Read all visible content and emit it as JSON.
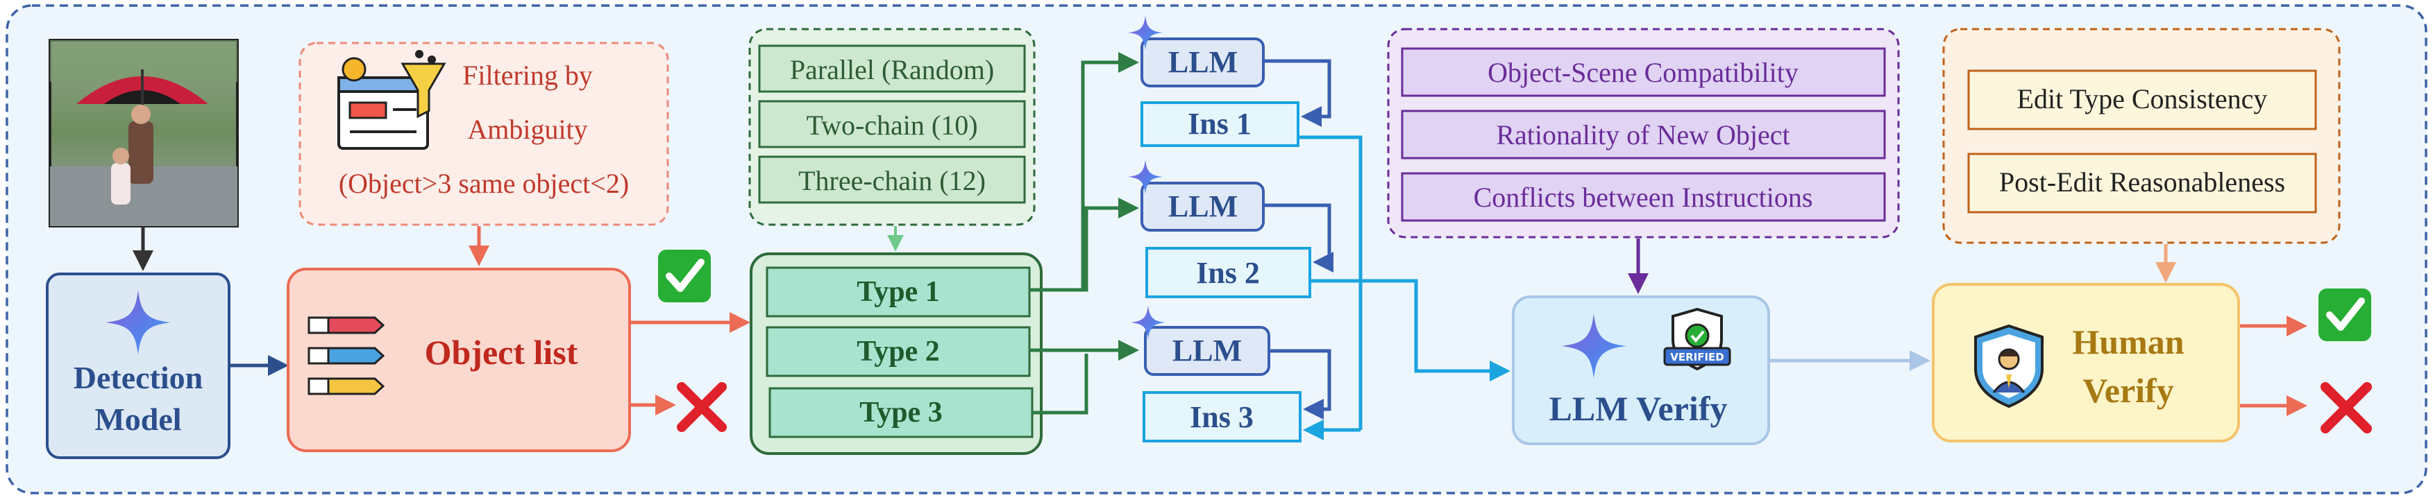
{
  "detection": {
    "line1": "Detection",
    "line2": "Model"
  },
  "filtering": {
    "line1": "Filtering by",
    "line2": "Ambiguity",
    "line3": "(Object>3 same object<2)"
  },
  "object_list": {
    "label": "Object list"
  },
  "instruction_modes": [
    "Parallel (Random)",
    "Two-chain (10)",
    "Three-chain (12)"
  ],
  "types": [
    "Type 1",
    "Type 2",
    "Type 3"
  ],
  "llm_label": "LLM",
  "instructions": [
    "Ins 1",
    "Ins 2",
    "Ins 3"
  ],
  "llm_checks": [
    "Object-Scene Compatibility",
    "Rationality of New Object",
    "Conflicts between Instructions"
  ],
  "llm_verify": {
    "label": "LLM Verify",
    "badge": "VERIFIED"
  },
  "human_checks": [
    "Edit Type Consistency",
    "Post-Edit Reasonableness"
  ],
  "human_verify": {
    "line1": "Human",
    "line2": "Verify"
  },
  "colors": {
    "frame_border": "#3d63a8",
    "frame_bg": "#eef6fd",
    "detection_bg": "#dde8f5",
    "detection_text": "#2b4f8c",
    "filter_text": "#c0392b",
    "object_bg": "#fcd9cf",
    "object_text": "#c0281e",
    "green_dark": "#2e6b3a",
    "green_fill": "#d2ecd8",
    "type_fill": "#a8e3cf",
    "llm_fill": "#dfe8f7",
    "ins_border": "#1aa4e0",
    "purple": "#6a2c9a",
    "purple_fill": "#e7dcf5",
    "verify_fill": "#d8eefb",
    "orange": "#c0621a",
    "cream": "#fbf6dc",
    "human_fill": "#fdf4c8",
    "human_text": "#a67912",
    "approve": "#27ae34",
    "reject": "#e0202a"
  }
}
